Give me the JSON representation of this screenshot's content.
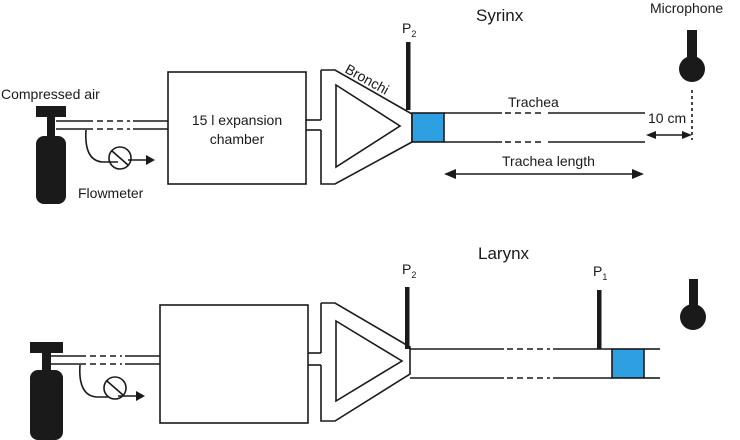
{
  "labels": {
    "syrinx_title": "Syrinx",
    "larynx_title": "Larynx",
    "microphone": "Microphone",
    "compressed_air": "Compressed air",
    "flowmeter": "Flowmeter",
    "chamber_line1": "15 l expansion",
    "chamber_line2": "chamber",
    "bronchi": "Bronchi",
    "trachea": "Trachea",
    "trachea_length": "Trachea length",
    "distance": "10 cm",
    "p2_main": "P",
    "p2_sub": "2",
    "p2b_main": "P",
    "p2b_sub": "2",
    "p1_main": "P",
    "p1_sub": "1"
  },
  "colors": {
    "line": "#1a1a1a",
    "valve": "#2e9fe0",
    "background": "#ffffff"
  },
  "icons": [
    "gas-cylinder-icon",
    "flowmeter-icon",
    "microphone-icon"
  ]
}
